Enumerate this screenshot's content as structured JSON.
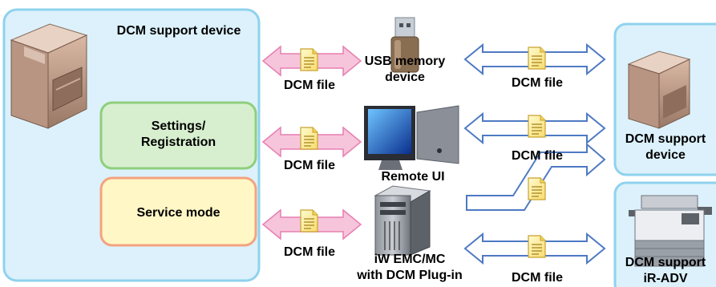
{
  "left_panel": {
    "title": "DCM support device",
    "settings_box": [
      "Settings/",
      "Registration"
    ],
    "service_box": "Service mode"
  },
  "dcm_file_label": "DCM file",
  "usb": [
    "USB memory",
    "device"
  ],
  "remote_ui": "Remote UI",
  "iw": [
    "iW EMC/MC",
    "with DCM Plug-in"
  ],
  "right_top": [
    "DCM support",
    "device"
  ],
  "right_bottom": [
    "DCM support",
    "iR-ADV"
  ],
  "colors": {
    "panel_fill": "#dcf1fb",
    "panel_border": "#8fd2ee",
    "settings_fill": "#d7efcf",
    "settings_border": "#8fcf7c",
    "service_fill": "#fff7c6",
    "service_border": "#f4a37f",
    "pink_arrow": "#f6c5dc",
    "pink_border": "#e77fb0",
    "blue_arrow": "#ffffff",
    "blue_border": "#4e7ac4",
    "doc_fill": "#fff4a6",
    "doc_border": "#c8a22d"
  }
}
